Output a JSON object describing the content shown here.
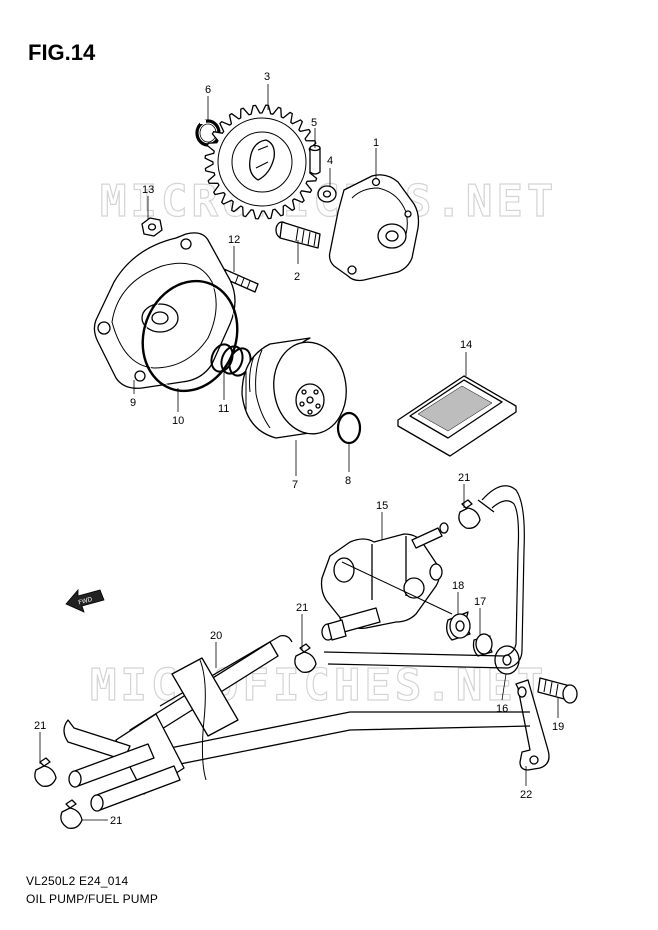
{
  "figure": {
    "title": "FIG.14",
    "code": "VL250L2 E24_014",
    "caption": "OIL PUMP/FUEL PUMP"
  },
  "watermark": {
    "text_1": "MICROFICHES.NET",
    "text_2": "MICROFICHES.NET"
  },
  "arrow_label": "FWD",
  "callouts": {
    "c1": "1",
    "c2": "2",
    "c3": "3",
    "c4": "4",
    "c5": "5",
    "c6": "6",
    "c7": "7",
    "c8": "8",
    "c9": "9",
    "c10": "10",
    "c11": "11",
    "c12": "12",
    "c13": "13",
    "c14": "14",
    "c15": "15",
    "c16": "16",
    "c17": "17",
    "c18": "18",
    "c19": "19",
    "c20": "20",
    "c21a": "21",
    "c21b": "21",
    "c21c": "21",
    "c21d": "21",
    "c22": "22"
  }
}
